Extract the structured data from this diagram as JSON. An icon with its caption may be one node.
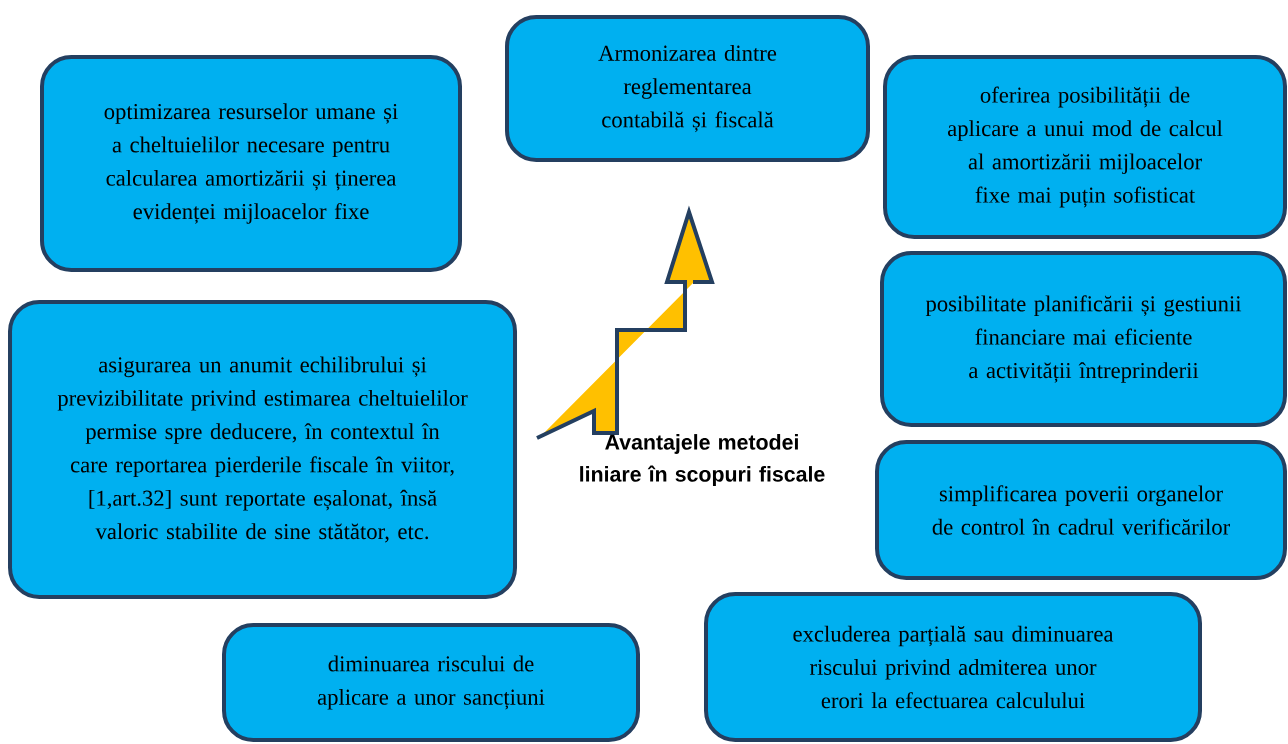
{
  "diagram": {
    "nodes": [
      {
        "text": [
          "optimizarea resurselor umane și a cheltuielilor necesare pentru calcularea amortizării și ținerea evidenței mijloacelor fixe"
        ]
      },
      {
        "text": [
          "Armonizarea dintre reglementarea contabilă și fiscală"
        ]
      },
      {
        "text": [
          "oferirea posibilității de aplicare a unui mod de calcul al amortizării mijloacelor fixe mai puțin sofisticat"
        ]
      },
      {
        "text": [
          "asigurarea un anumit echilibrului și previzibilitate privind estimarea cheltuielilor permise spre deducere, în contextul în care reportarea pierderile fiscale în viitor, [1,art.32] sunt reportate eșalonat, însă valoric stabilite de sine stătător, etc."
        ]
      },
      {
        "text": [
          "posibilitate planificării și gestiunii financiare mai eficiente a activității întreprinderii"
        ]
      },
      {
        "text": [
          "simplificarea poverii organelor de control în cadrul verificărilor"
        ]
      },
      {
        "text": [
          "diminuarea riscului de aplicare a unor sancțiuni"
        ]
      },
      {
        "text": [
          "excluderea parțială sau diminuarea riscului privind admiterea unor erori la efectuarea calculului"
        ]
      }
    ],
    "labels": [
      "Avantajele metodei liniare în scopuri fiscale"
    ]
  }
}
